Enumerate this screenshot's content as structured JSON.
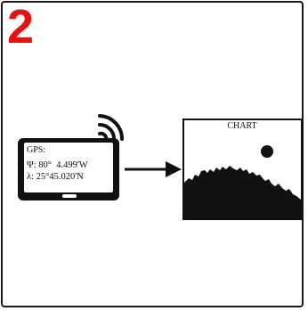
{
  "step": {
    "number": "2",
    "color": "#e8110f"
  },
  "gps_device": {
    "icon": "tablet-icon",
    "signal_icon": "wireless-signal-icon",
    "title": "GPS:",
    "latitude_line": "Ψ: 80°  4.499'W",
    "longitude_line": "λ: 25°45.020'N"
  },
  "arrow": {
    "icon": "arrow-right-icon"
  },
  "chart": {
    "icon": "chart-icon",
    "title": "CHART"
  }
}
